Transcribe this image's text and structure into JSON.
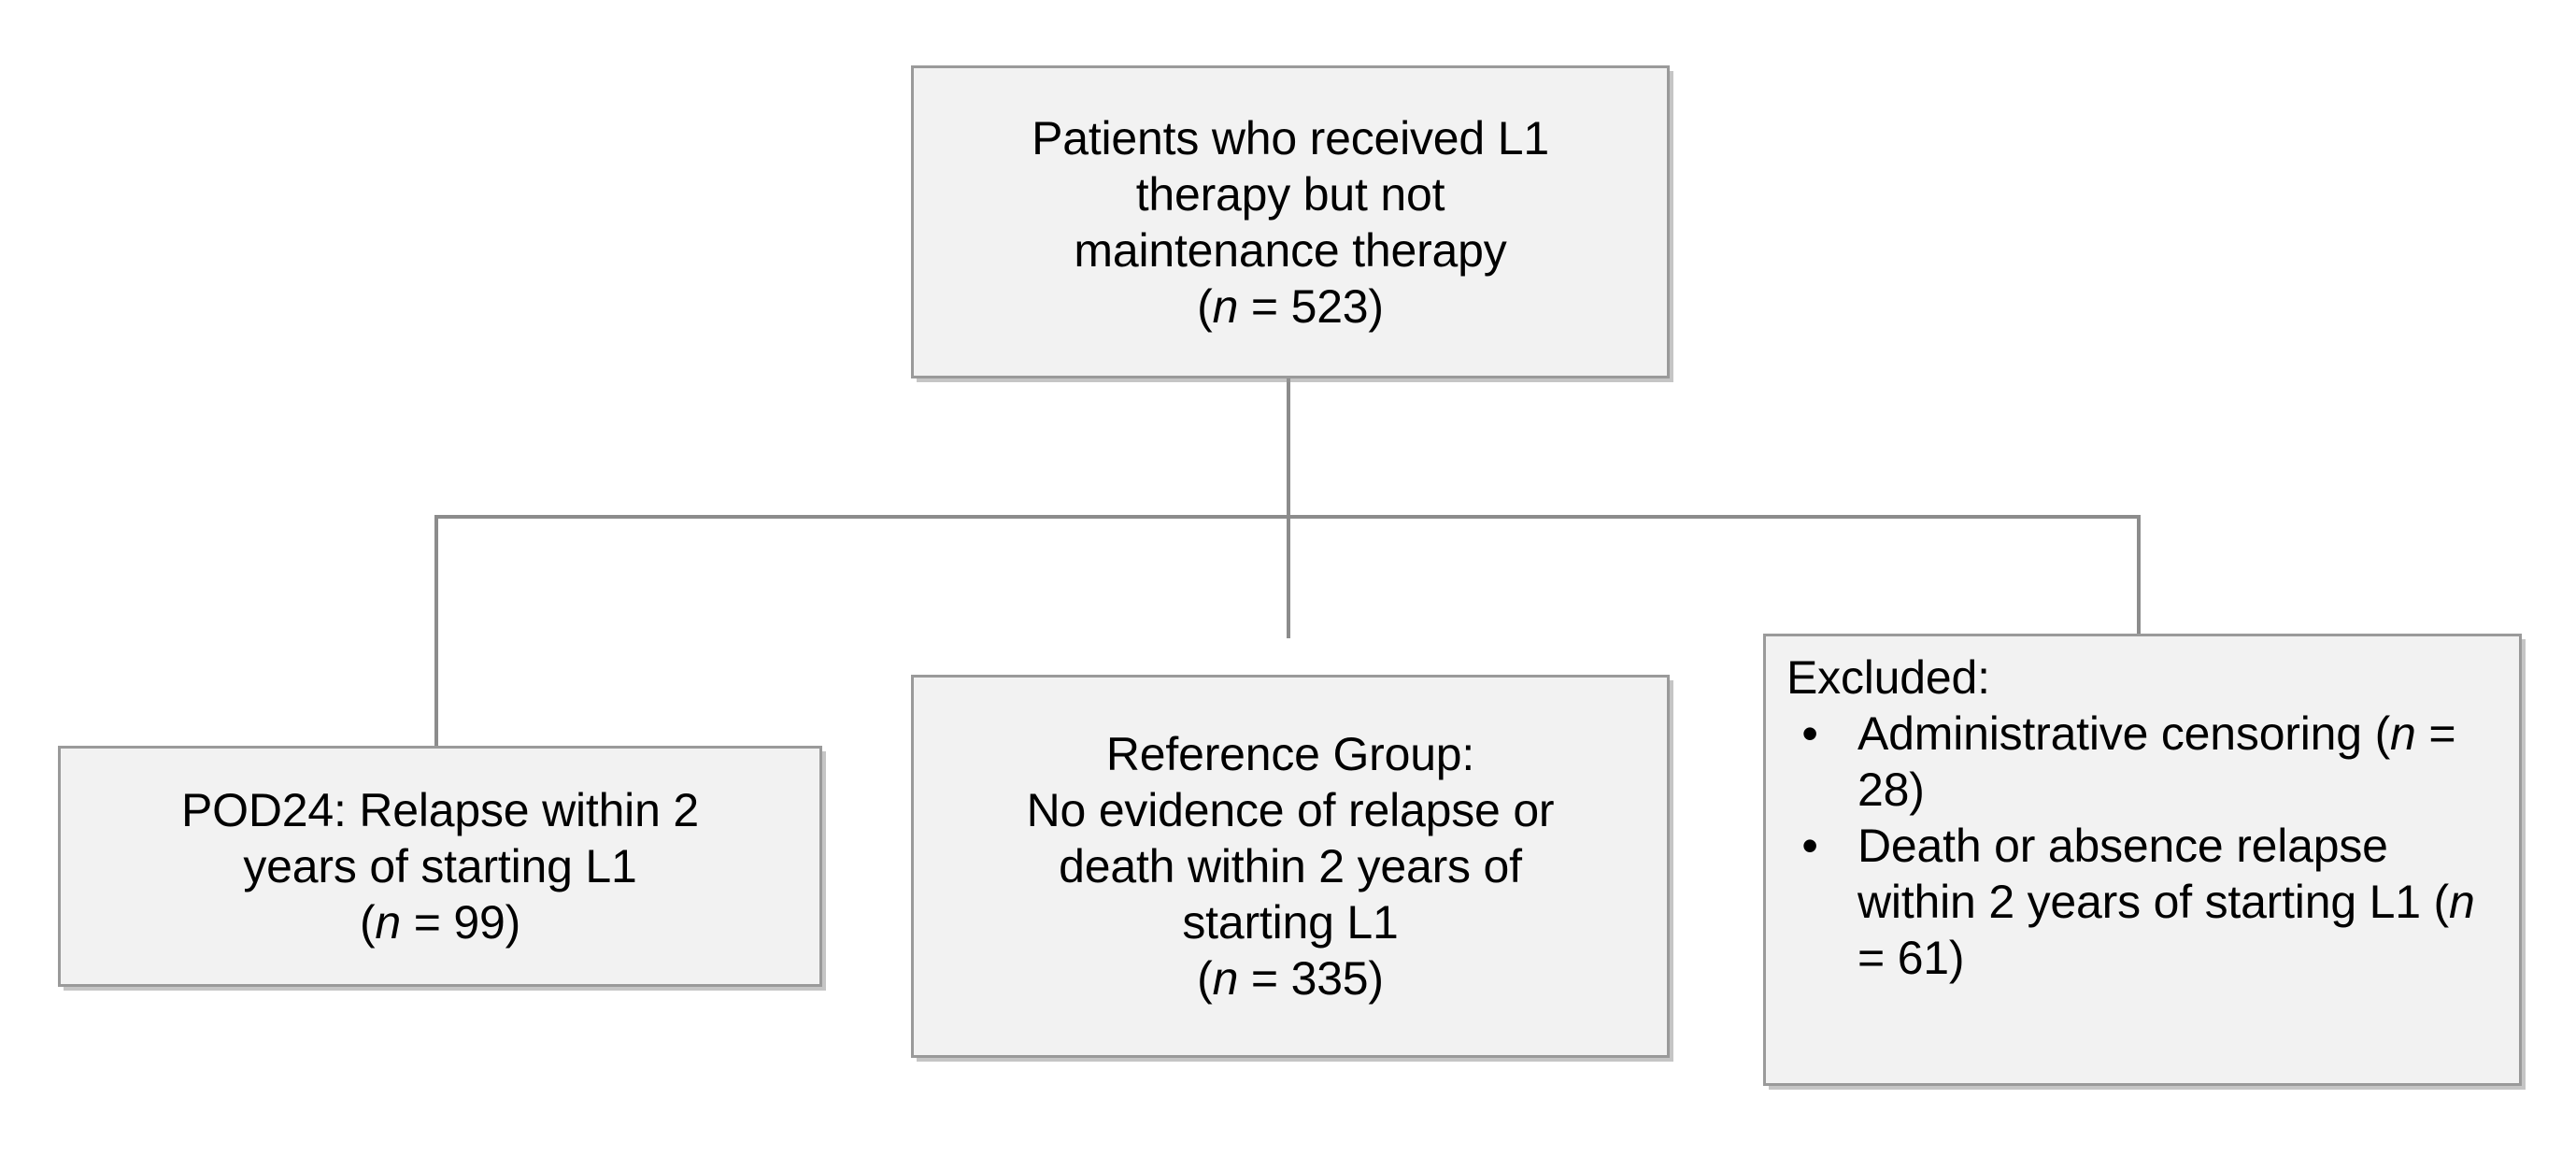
{
  "figure": {
    "type": "flowchart",
    "title": "Patient cohort selection flow diagram",
    "colors": {
      "box_fill": "#f2f2f2",
      "box_border": "#9a9a9a",
      "connector": "#8c8c8c",
      "text": "#000000",
      "background": "#ffffff"
    }
  },
  "nodes": {
    "root": {
      "id": "root",
      "lines": [
        "Patients who received L1",
        "therapy but not",
        "maintenance therapy"
      ],
      "count_prefix": "(",
      "count_italic": "n",
      "count_suffix": " = 523)",
      "n_label": "n",
      "n_value": 523
    },
    "pod24": {
      "id": "pod24",
      "lines": [
        "POD24: Relapse within 2",
        "years of starting L1"
      ],
      "count_prefix": "(",
      "count_italic": "n",
      "count_suffix": " = 99)",
      "n_label": "n",
      "n_value": 99
    },
    "reference": {
      "id": "reference",
      "lines": [
        "Reference Group:",
        "No evidence of relapse or",
        "death within 2 years of",
        "starting L1"
      ],
      "count_prefix": "(",
      "count_italic": "n",
      "count_suffix": " = 335)",
      "n_label": "n",
      "n_value": 335
    },
    "excluded": {
      "id": "excluded",
      "heading": "Excluded:",
      "bullet_glyph": "•",
      "items": [
        {
          "text_before": "Administrative censoring (",
          "n_label": "n",
          "text_after": " = 28)",
          "n_value": 28
        },
        {
          "text_before": "Death or absence relapse within 2 years of starting L1 (",
          "n_label": "n",
          "text_after": " = 61)",
          "n_value": 61
        }
      ]
    }
  },
  "connectors": [
    {
      "name": "root-stem",
      "from": "root",
      "to": "reference"
    },
    {
      "name": "distribution-bar",
      "from": "root",
      "to": "branches"
    },
    {
      "name": "left-drop",
      "from": "distribution-bar",
      "to": "pod24"
    },
    {
      "name": "right-drop",
      "from": "distribution-bar",
      "to": "excluded"
    }
  ]
}
